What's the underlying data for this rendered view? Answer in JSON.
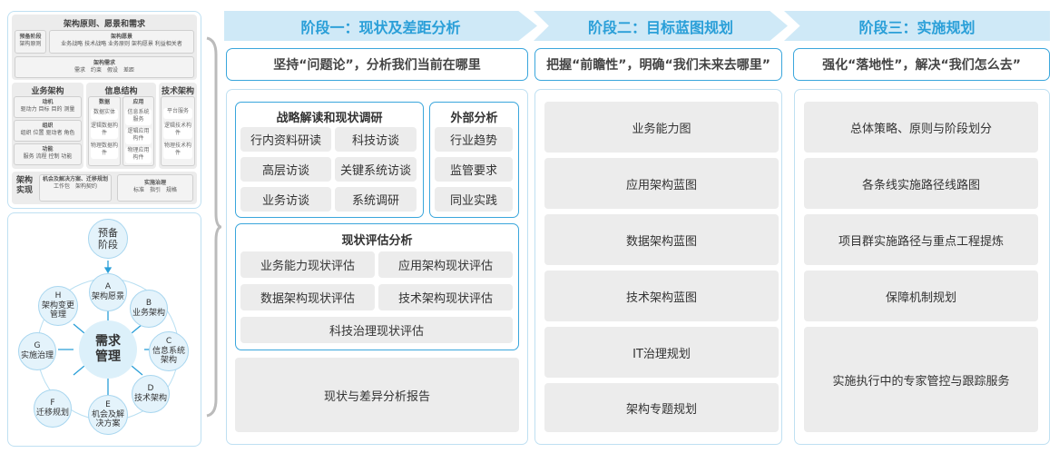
{
  "left_top": {
    "title": "架构原则、愿景和需求",
    "prelim": {
      "title": "预备阶段",
      "text": "架构原则"
    },
    "vision": {
      "title": "架构愿景",
      "text": "业务战略 技术战略 业务原则 架构愿景 利益相关者"
    },
    "requirements": {
      "title": "架构需求",
      "text": "需求　约束　假设　差距"
    },
    "business": {
      "title": "业务架构",
      "items": [
        {
          "title": "动机",
          "text": "驱动力 目标 目的 测量"
        },
        {
          "title": "组织",
          "text": "组织 位置 驱动者 角色"
        },
        {
          "title": "功能",
          "text": "服务 流程 控制 功能"
        }
      ]
    },
    "info": {
      "title": "信息结构",
      "data": {
        "title": "数据",
        "items": [
          "数据实体",
          "逻辑数据构件",
          "物理数据构件"
        ]
      },
      "app": {
        "title": "应用",
        "items": [
          "信息系统服务",
          "逻辑应用构件",
          "物理应用构件"
        ]
      }
    },
    "tech": {
      "title": "技术架构",
      "items": [
        "平台服务",
        "逻辑技术构件",
        "物理技术构件"
      ]
    },
    "impl": {
      "title": "架构实现",
      "opp": {
        "title": "机会及解决方案、迁移规划",
        "text": "工作包　架构契约"
      },
      "gov": {
        "title": "实施治理",
        "text": "标准　指引　规格"
      }
    }
  },
  "cycle": {
    "prelim": "预备阶段",
    "center": "需求管理",
    "phases": [
      {
        "letter": "A",
        "label": "架构愿景"
      },
      {
        "letter": "B",
        "label": "业务架构"
      },
      {
        "letter": "C",
        "label": "信息系统架构"
      },
      {
        "letter": "D",
        "label": "技术架构"
      },
      {
        "letter": "E",
        "label": "机会及解决方案"
      },
      {
        "letter": "F",
        "label": "迁移规划"
      },
      {
        "letter": "G",
        "label": "实施治理"
      },
      {
        "letter": "H",
        "label": "架构变更管理"
      }
    ]
  },
  "stages": [
    {
      "title": "阶段一：现状及差距分析",
      "subtitle": "坚持“问题论”，分析我们当前在哪里",
      "research": {
        "title": "战略解读和现状调研",
        "items": [
          "行内资料研读",
          "科技访谈",
          "高层访谈",
          "关键系统访谈",
          "业务访谈",
          "系统调研"
        ]
      },
      "external": {
        "title": "外部分析",
        "items": [
          "行业趋势",
          "监管要求",
          "同业实践"
        ]
      },
      "assessment": {
        "title": "现状评估分析",
        "items": [
          "业务能力现状评估",
          "应用架构现状评估",
          "数据架构现状评估",
          "技术架构现状评估",
          "科技治理现状评估"
        ]
      },
      "report": "现状与差异分析报告"
    },
    {
      "title": "阶段二：目标蓝图规划",
      "subtitle": "把握“前瞻性”，明确“我们未来去哪里”",
      "items": [
        "业务能力图",
        "应用架构蓝图",
        "数据架构蓝图",
        "技术架构蓝图",
        "IT治理规划",
        "架构专题规划"
      ]
    },
    {
      "title": "阶段三：实施规划",
      "subtitle": "强化“落地性”，解决“我们怎么去”",
      "items": [
        "总体策略、原则与阶段划分",
        "各条线实施路径线路图",
        "项目群实施路径与重点工程提炼",
        "保障机制规划",
        "实施执行中的专家管控与跟踪服务"
      ]
    }
  ],
  "colors": {
    "accent": "#3aa6dc",
    "header_bg": "#cfe9f7",
    "header_text": "#2a9fd8",
    "box_bg": "#ececec"
  }
}
